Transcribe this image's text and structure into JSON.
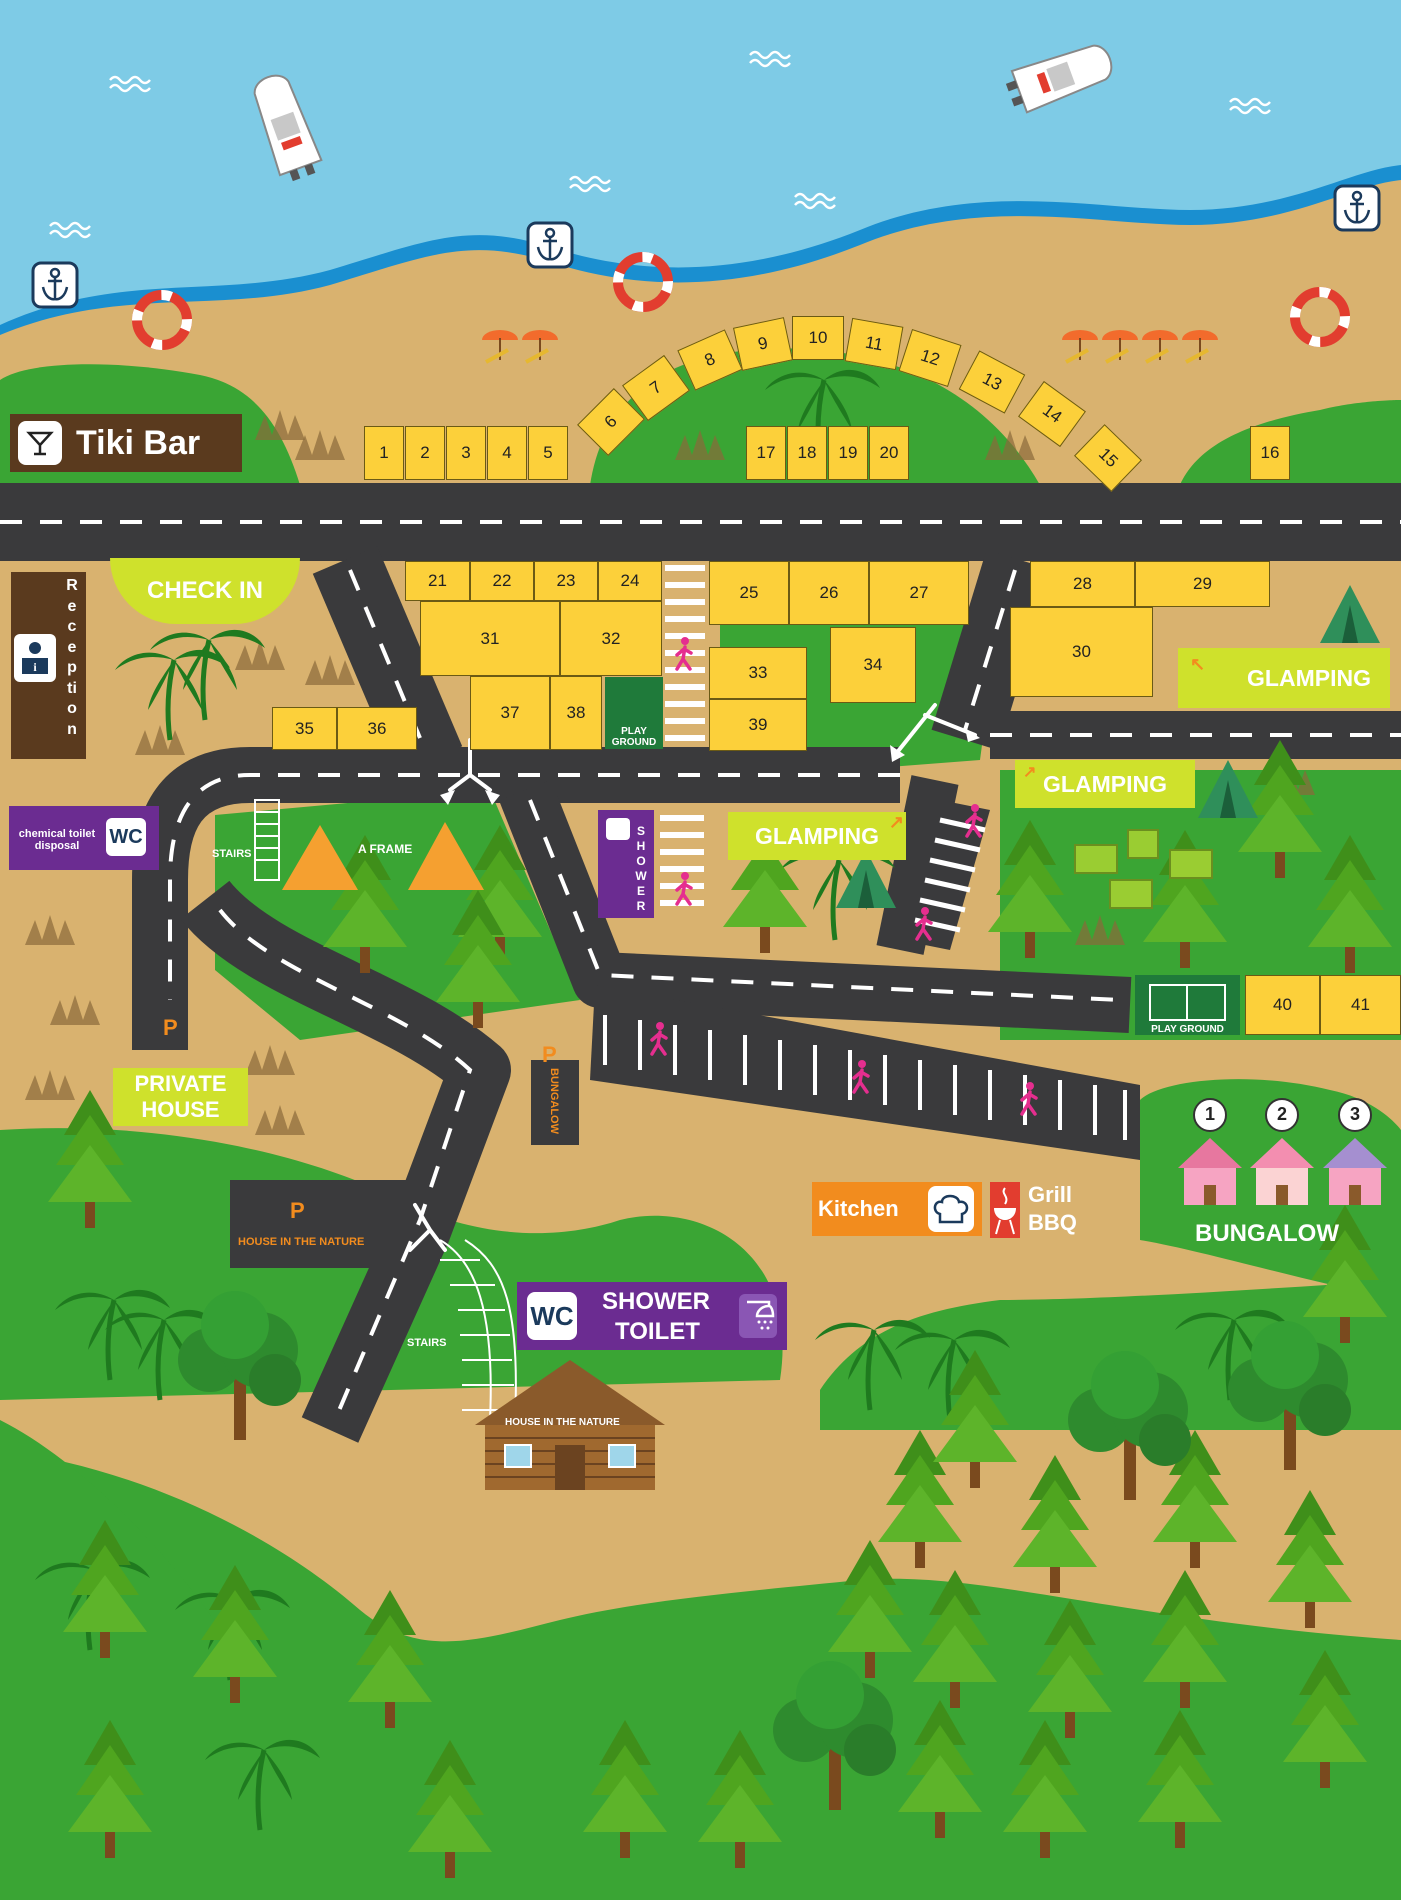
{
  "labels": {
    "tiki_bar": "Tiki Bar",
    "check_in": "CHECK IN",
    "reception": "Reception",
    "chemical_toilet": "chemical toilet disposal",
    "wc": "WC",
    "glamping": "GLAMPING",
    "stairs": "STAIRS",
    "a_frame": "A FRAME",
    "shower": "SHOWER",
    "play_ground": "PLAY GROUND",
    "parking": "P",
    "private_house": "PRIVATE HOUSE",
    "bungalow_road": "BUNGALOW",
    "house_in_nature": "HOUSE IN THE NATURE",
    "shower_toilet_line1": "SHOWER",
    "shower_toilet_line2": "TOILET",
    "kitchen": "Kitchen",
    "grill": "Grill",
    "bbq": "BBQ",
    "bungalow": "BUNGALOW",
    "bungalow_numbers": [
      "1",
      "2",
      "3"
    ]
  },
  "plots": [
    "1",
    "2",
    "3",
    "4",
    "5",
    "6",
    "7",
    "8",
    "9",
    "10",
    "11",
    "12",
    "13",
    "14",
    "15",
    "16",
    "17",
    "18",
    "19",
    "20",
    "21",
    "22",
    "23",
    "24",
    "25",
    "26",
    "27",
    "28",
    "29",
    "30",
    "31",
    "32",
    "33",
    "34",
    "35",
    "36",
    "37",
    "38",
    "39",
    "40",
    "41"
  ],
  "colors": {
    "sea": "#7ecbe6",
    "shore": "#1a8fd0",
    "sand": "#d9b26f",
    "grass": "#3aa534",
    "road": "#3a3a3c",
    "plot": "#fcd03a",
    "sign_green": "#cfe12c",
    "sign_purple": "#6b2c91",
    "sign_brown": "#5a3a1e",
    "sign_orange": "#f28c1e"
  },
  "icons": [
    "anchor-icon",
    "lifebuoy-icon",
    "boat-icon",
    "wave-icon",
    "cocktail-icon",
    "reception-desk-icon",
    "shower-icon",
    "tent-icon",
    "pedestrian-icon",
    "chef-hat-icon",
    "grill-icon",
    "house-icon",
    "log-cabin-icon",
    "pine-tree-icon",
    "palm-tree-icon",
    "deciduous-tree-icon",
    "bush-icon",
    "beach-umbrella-icon",
    "football-field-icon",
    "playground-icon"
  ]
}
